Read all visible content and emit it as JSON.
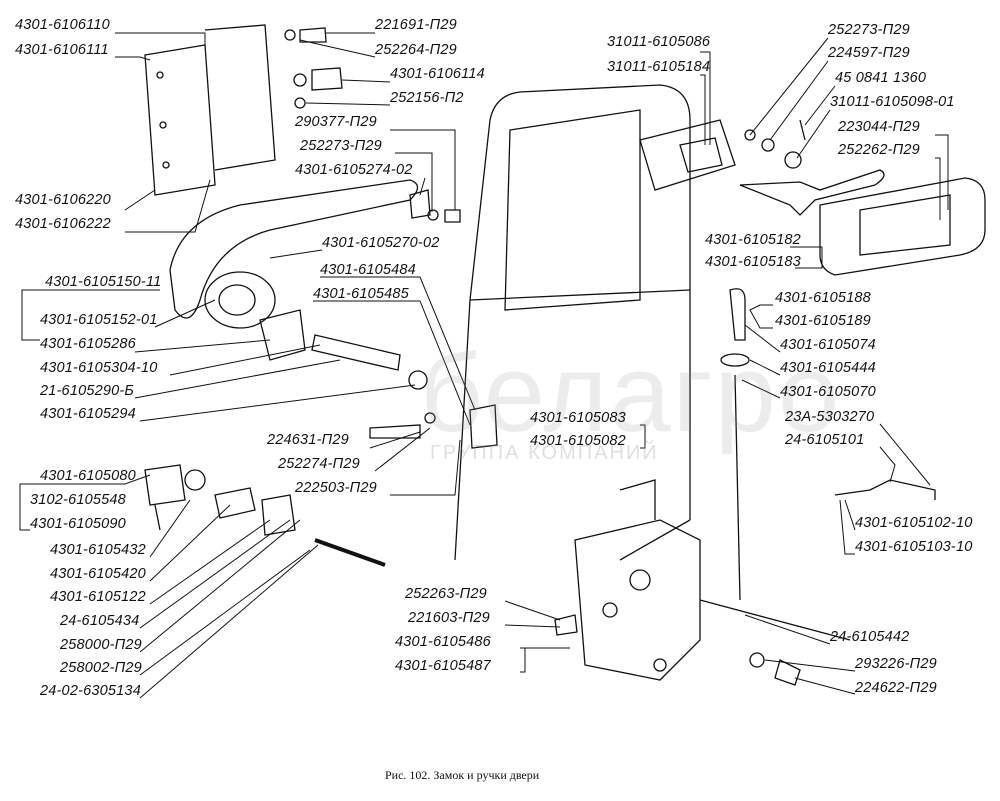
{
  "caption": "Рис. 102. Замок и ручки двери",
  "watermark": {
    "brand": "белагро",
    "subtitle": "ГРУППА КОМПАНИЙ"
  },
  "labels": [
    "4301-6106110",
    "4301-6106111",
    "4301-6106220",
    "4301-6106222",
    "4301-6105150-11",
    "4301-6105152-01",
    "4301-6105286",
    "4301-6105304-10",
    "21-6105290-Б",
    "4301-6105294",
    "4301-6105080",
    "3102-6105548",
    "4301-6105090",
    "4301-6105432",
    "4301-6105420",
    "4301-6105122",
    "24-6105434",
    "258000-П29",
    "258002-П29",
    "24-02-6305134",
    "221691-П29",
    "252264-П29",
    "4301-6106114",
    "252156-П2",
    "290377-П29",
    "252273-П29",
    "4301-6105274-02",
    "4301-6105270-02",
    "4301-6105484",
    "4301-6105485",
    "224631-П29",
    "252274-П29",
    "222503-П29",
    "4301-6105083",
    "4301-6105082",
    "31011-6105086",
    "31011-6105184",
    "4301-6105182",
    "4301-6105183",
    "252273-П29",
    "224597-П29",
    "45 0841 1360",
    "31011-6105098-01",
    "223044-П29",
    "252262-П29",
    "4301-6105188",
    "4301-6105189",
    "4301-6105074",
    "4301-6105444",
    "4301-6105070",
    "23А-5303270",
    "24-6105101",
    "4301-6105102-10",
    "4301-6105103-10",
    "24-6105442",
    "293226-П29",
    "224622-П29",
    "252263-П29",
    "221603-П29",
    "4301-6105486",
    "4301-6105487"
  ]
}
